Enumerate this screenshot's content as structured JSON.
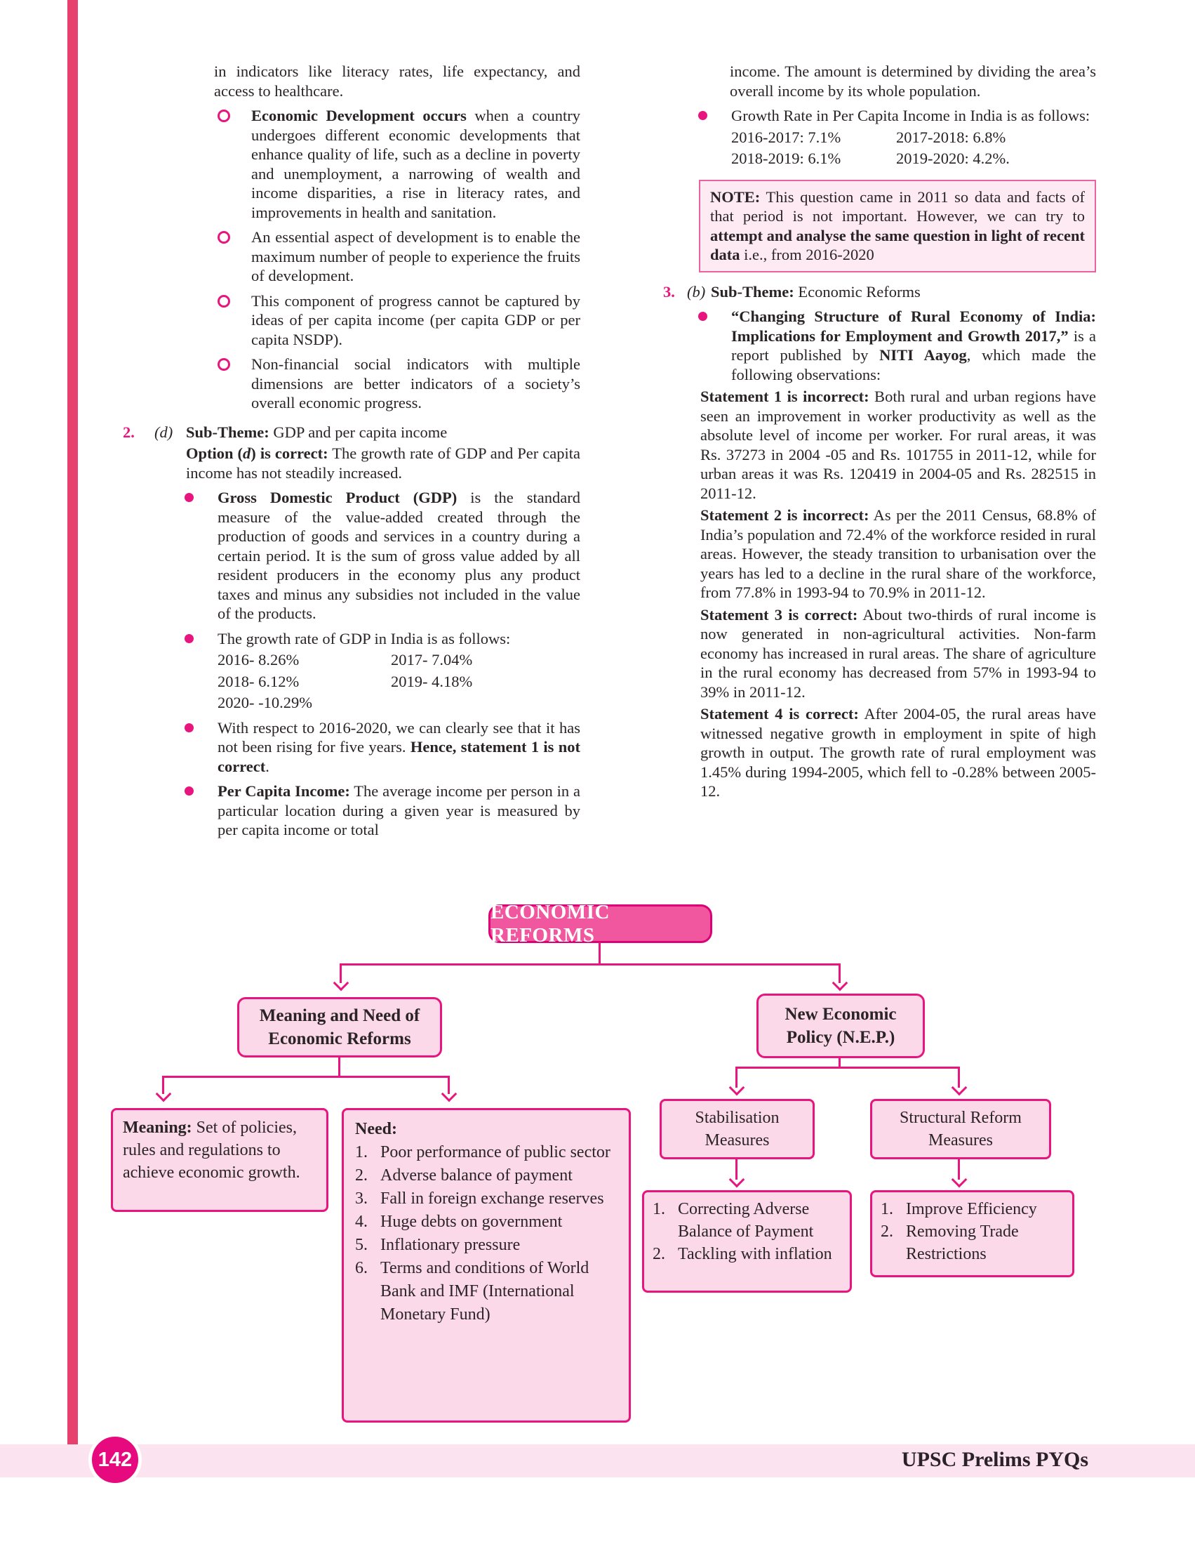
{
  "page": {
    "number": "142",
    "footer_title": "UPSC Prelims PYQs"
  },
  "colors": {
    "accent_pink": "#e8157f",
    "root_box_fill": "#f1579e",
    "light_box_fill": "#fbd9e9",
    "note_fill": "#fdeaf3",
    "footer_band": "#fbe3ef",
    "badge_fill": "#e60a7e",
    "side_strip": "#e8406e",
    "body_text": "#2a2426"
  },
  "left_column": {
    "blocks": [
      {
        "type": "p",
        "segments": [
          {
            "t": "in indicators like literacy rates, life expectancy, and access to healthcare."
          }
        ]
      },
      {
        "type": "ob",
        "segments": [
          {
            "t": "Economic Development occurs",
            "b": true
          },
          {
            "t": " when a country undergoes different economic developments that enhance quality of life, such as a decline in poverty and unemployment, a narrowing of wealth and income disparities, a rise in literacy rates, and improvements in health and sanitation."
          }
        ]
      },
      {
        "type": "ob",
        "segments": [
          {
            "t": "An essential aspect of development is to enable the maximum number of people to experience the fruits of development."
          }
        ]
      },
      {
        "type": "ob",
        "segments": [
          {
            "t": "This component of progress cannot be captured by ideas of per capita income (per capita GDP or per capita NSDP)."
          }
        ]
      },
      {
        "type": "ob",
        "segments": [
          {
            "t": "Non-financial social indicators with multiple dimensions are better indicators of a society’s overall economic progress."
          }
        ]
      },
      {
        "type": "q",
        "num": "2.",
        "letter": "(d)",
        "segments": [
          {
            "t": "Sub-Theme:",
            "b": true
          },
          {
            "t": " GDP and per capita income"
          }
        ]
      },
      {
        "type": "ps",
        "segments": [
          {
            "t": "Option (",
            "b": true
          },
          {
            "t": "d",
            "b": true,
            "i": true
          },
          {
            "t": ") is correct:",
            "b": true
          },
          {
            "t": " The growth rate of GDP and Per capita income has not steadily increased."
          }
        ]
      },
      {
        "type": "fb",
        "segments": [
          {
            "t": "Gross Domestic Product (GDP)",
            "b": true
          },
          {
            "t": " is the standard measure of the value-added created through the production of goods and services in a country during a certain period. It is the sum of gross value added by all resident producers in the economy plus any product taxes and minus any subsidies not included in the value of the products."
          }
        ]
      },
      {
        "type": "fb",
        "segments": [
          {
            "t": "The growth rate of GDP in India is as follows:"
          }
        ]
      },
      {
        "type": "rates",
        "c1": "2016- 8.26%",
        "c2": "2017- 7.04%"
      },
      {
        "type": "rates",
        "c1": "2018- 6.12%",
        "c2": "2019- 4.18%"
      },
      {
        "type": "rates",
        "c1": "2020- -10.29%",
        "c2": ""
      },
      {
        "type": "fb",
        "segments": [
          {
            "t": "With respect to 2016-2020, we can clearly see that it has not been rising for five years. "
          },
          {
            "t": "Hence, statement 1 is not correct",
            "b": true
          },
          {
            "t": "."
          }
        ]
      },
      {
        "type": "fb",
        "segments": [
          {
            "t": "Per Capita Income:",
            "b": true
          },
          {
            "t": " The average income per person in a particular location during a given year is measured by per capita income or total"
          }
        ]
      }
    ]
  },
  "right_column": {
    "blocks": [
      {
        "type": "p",
        "segments": [
          {
            "t": "income. The amount is determined by dividing the area’s overall income by its whole population."
          }
        ]
      },
      {
        "type": "fb",
        "segments": [
          {
            "t": "Growth Rate in Per Capita Income in India is as follows:"
          }
        ]
      },
      {
        "type": "rates",
        "c1": "2016-2017: 7.1%",
        "c2": "2017-2018: 6.8%"
      },
      {
        "type": "rates",
        "c1": "2018-2019: 6.1%",
        "c2": "2019-2020: 4.2%."
      },
      {
        "type": "note",
        "segments": [
          {
            "t": "NOTE:",
            "b": true
          },
          {
            "t": " This question came in 2011 so data and facts of that period is not important. However, we can try to "
          },
          {
            "t": "attempt and analyse the same question in light of recent data",
            "b": true
          },
          {
            "t": " i.e., from 2016-2020"
          }
        ]
      },
      {
        "type": "q",
        "num": "3.",
        "letter": "(b)",
        "segments": [
          {
            "t": "Sub-Theme:",
            "b": true
          },
          {
            "t": " Economic Reforms"
          }
        ]
      },
      {
        "type": "fb",
        "segments": [
          {
            "t": "“Changing Structure of Rural Economy of India: Implications for Employment and Growth 2017,”",
            "b": true
          },
          {
            "t": " is a report published by "
          },
          {
            "t": "NITI Aayog",
            "b": true
          },
          {
            "t": ", which made the following observations:"
          }
        ]
      },
      {
        "type": "ps",
        "segments": [
          {
            "t": "Statement 1 is incorrect:",
            "b": true
          },
          {
            "t": " Both rural and urban regions have seen an improvement in worker productivity as well as the absolute level of income per worker. For rural areas, it was Rs. 37273 in 2004 -05 and Rs. 101755 in 2011-12, while for urban areas it was Rs. 120419 in 2004-05 and Rs. 282515 in 2011-12."
          }
        ]
      },
      {
        "type": "ps",
        "segments": [
          {
            "t": "Statement 2 is incorrect:",
            "b": true
          },
          {
            "t": " As per the 2011 Census, 68.8% of India’s population and 72.4% of the workforce resided in rural areas. However, the steady transition to urbanisation over the years has led to a decline in the rural share of the workforce, from 77.8% in 1993-94 to 70.9% in 2011-12."
          }
        ]
      },
      {
        "type": "ps",
        "segments": [
          {
            "t": "Statement 3 is correct:",
            "b": true
          },
          {
            "t": " About two-thirds of rural income is now generated in non-agricultural activities. Non-farm economy has increased in rural areas. The share of agriculture in the rural economy has decreased from 57% in 1993-94 to 39% in 2011-12."
          }
        ]
      },
      {
        "type": "ps",
        "segments": [
          {
            "t": "Statement 4 is correct:",
            "b": true
          },
          {
            "t": " After 2004-05, the rural areas have witnessed negative growth in employment in spite of high growth in output. The growth rate of rural employment was 1.45% during 1994-2005, which fell to -0.28% between 2005-12."
          }
        ]
      }
    ]
  },
  "diagram": {
    "root_label": "ECONOMIC REFORMS",
    "left_branch_title": "Meaning and Need of Economic Reforms",
    "right_branch_title": "New Economic Policy (N.E.P.)",
    "meaning_box": {
      "segments": [
        {
          "t": "Meaning:",
          "b": true
        },
        {
          "t": " Set of policies, rules and regulations to achieve economic growth."
        }
      ]
    },
    "need_box": {
      "title": "Need:",
      "items": [
        "Poor performance of public sector",
        "Adverse balance of payment",
        "Fall in foreign exchange reserves",
        "Huge debts on government",
        "Inflationary pressure",
        "Terms and conditions of World Bank and IMF (International Monetary Fund)"
      ]
    },
    "stabilisation_title": "Stabilisation Measures",
    "stabilisation_items": [
      "Correcting Adverse Balance of Payment",
      "Tackling with inflation"
    ],
    "structural_title": "Structural Reform Measures",
    "structural_items": [
      "Improve Efficiency",
      "Removing Trade Restrictions"
    ]
  }
}
